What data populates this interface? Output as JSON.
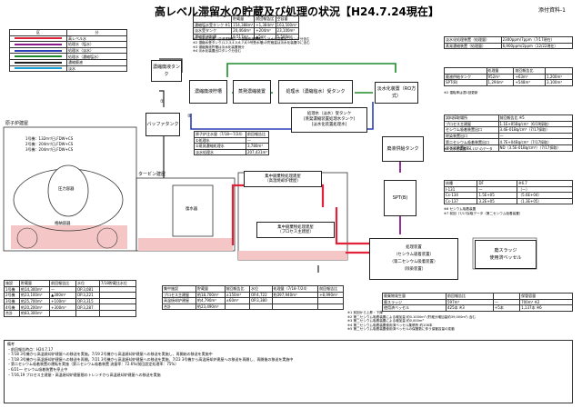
{
  "title": "高レベル滞留水の貯蔵及び処理の状況【H24.7.24現在】",
  "attachment": "添付資料-1",
  "legend": {
    "header": [
      "区",
      "分"
    ],
    "items": [
      {
        "label": "高レベル水",
        "color": "#e0223a"
      },
      {
        "label": "処理水（塩水）",
        "color": "#8b1a8b"
      },
      {
        "label": "処理水（淡水）",
        "color": "#2c3fb8"
      },
      {
        "label": "処理水（濃縮塩水）",
        "color": "#1a8a2a"
      },
      {
        "label": "濃縮廃液",
        "color": "#222222"
      },
      {
        "label": "淡水",
        "color": "#1a9ed8"
      }
    ]
  },
  "storage_table": {
    "headers": [
      "",
      "貯蔵量",
      "前回報告比",
      "空容量"
    ],
    "rows": [
      [
        "濃縮塩水受タンク ※1",
        "154,388m³",
        "+1,384m³",
        "163,500m³"
      ],
      [
        "淡水受タンク",
        "20,464m³",
        "+204m³",
        "23,100m³"
      ],
      [
        "濃縮廃液貯槽",
        "9,517m³",
        "▲5m³",
        "5,500m³"
      ]
    ],
    "notes": [
      "※1 淡水化装置（逆浸透膜型）の濃縮廃液貯槽中と淡水化装置出口タンク分含む",
      "※2 濃縮水受タンク(1,2,3,4,5,6,7,8,9号受水槽)の貯蔵量は淡水化装置中に含む",
      "※3 濃縮廃液貯槽は淡水化装置側分",
      "※4 淡水化装置出口タンク分含む"
    ]
  },
  "facility_table": {
    "rows": [
      [
        "淡水化処理装置（処理量）",
        "2300ppm/7ppm（7/17現在）"
      ],
      [
        "蒸発濃縮装置（処理量）",
        "6,900ppm/2ppm（12/22現在）"
      ]
    ]
  },
  "treatment_rate_table": {
    "headers": [
      "",
      "処理量",
      "前回報告比"
    ],
    "rows": [
      [
        "廃液供給タンク",
        "952m³",
        "+63m³",
        "1,200m³"
      ],
      [
        "SPT(B)",
        "1,294m³",
        "+548m³",
        "3,100m³"
      ]
    ],
    "note": "※2 運転率は週1回更新"
  },
  "sample_table": {
    "headers": [
      "試料採取場所",
      "前回報告比 ※5"
    ],
    "rows": [
      [
        "プロセス主建屋",
        "1.1E+05Bq/cm³（6/19採取）"
      ],
      [
        "セシウム吸着装置出口",
        "3.4E-01Bq/cm³（7/17採取）"
      ],
      [
        "除染装置出口",
        "—"
      ],
      [
        "第二セシウム吸着装置出口",
        "4.7E+04Bq/cm³（7/17採取）"
      ],
      [
        "淡水化装置出口",
        "ND（3.5E-01Bq/cm³）（7/17採取）"
      ]
    ],
    "note": "※5 淡水化装置 Cs-137 のデータ"
  },
  "nuclide_table": {
    "headers": [
      "核種",
      "DF",
      "※6.7"
    ],
    "rows": [
      [
        "I-131",
        "—",
        "（—）"
      ],
      [
        "Cs-134",
        "1.5E+05",
        "（5.6E+04）"
      ],
      [
        "Cs-137",
        "3.2E+05",
        "（1.3E+05）"
      ]
    ],
    "notes": [
      "※6 セシウム吸着装置",
      "※7 前回（7/17採取データ（第二セシウム吸着装置）"
    ]
  },
  "diagram": {
    "concentrated_liquid_tank": "濃縮廃液タンク",
    "concentrated_liquid_storage": "濃縮廃液貯槽",
    "evaporator": "蒸発濃縮装置",
    "concentrated_water_tank": "処理水（濃縮塩水）受タンク",
    "desal_device": "淡水化装置（RO方式）",
    "fresh_water_tank": "処理水（淡水）受タンク",
    "concentrated_fresh_tank": "[蒸発濃縮装置処理水タンク]",
    "fresh_treat_tank": "[淡水化装置処理水]",
    "buffer_tank": "バッファタンク",
    "waste_supply_tank": "廃液供給タンク",
    "reactor_building": "原子炉建屋",
    "pressure_vessel": "圧力容器",
    "suppression_chamber": "格納容器",
    "turbine_building": "タービン建屋",
    "condenser": "復水器",
    "high_temp_building": "集中廃棄物処理建屋\n（高温焼却炉建屋）",
    "process_building": "集中廃棄物処理建屋\n（プロセス主建屋）",
    "spt": "SPT(B)",
    "treatment_device": "処理装置\n（セシウム吸着装置）\n（第二セシウム吸着装置）\n（除染装置）",
    "sludge": "廃スラッジ\n使用済ベッセル",
    "unit_labels": [
      "1号機：132m³/日,FDW+CS",
      "2号機：204m³/日,FDW+CS",
      "3号機：204m³/日,FDW+CS"
    ],
    "circle_labels": [
      "①",
      "②"
    ],
    "side_table": {
      "rows": [
        [
          "原子炉注水量（7/18〜7/24）",
          "前回報告比"
        ],
        [
          "①処理水",
          "—"
        ],
        [
          "②蒸発濃縮処理水",
          "3,780m³"
        ],
        [
          "淡水処理水",
          "207,431m³"
        ]
      ]
    }
  },
  "building_table": {
    "headers": [
      "施設",
      "貯蔵量",
      "前回報告比",
      "水位",
      "7/18貯蔵比水位"
    ],
    "rows": [
      [
        "1号機",
        "約14,300m³",
        "—",
        "OP.3,081"
      ],
      [
        "2号機",
        "約23,100m³",
        "▲300m³",
        "OP.3,221"
      ],
      [
        "3号機",
        "約25,700m³",
        "+100m³",
        "OP.3,315"
      ],
      [
        "4号機",
        "約20,200m³",
        "+300m³",
        "OP.3,287"
      ],
      [
        "合計",
        "約83,300m³",
        "",
        ""
      ]
    ]
  },
  "center_table": {
    "headers": [
      "集中施設",
      "貯蔵量",
      "前回報告比",
      "水位",
      "処理量（7/18-7/24）",
      "前回報告比"
    ],
    "rows": [
      [
        "プロセス主建屋",
        "約18,700m³",
        "±150m³",
        "OP.4,722",
        "約397,940m³",
        "+8,990m³"
      ],
      [
        "高温焼却炉建屋",
        "約4,790m³",
        "±60m³",
        "OP.3,380",
        ""
      ],
      [
        "合計",
        "約23,490m³",
        "",
        "",
        ""
      ]
    ]
  },
  "sludge_table": {
    "headers": [
      "廃棄物発生量",
      "前回報告比",
      "",
      "保管容量"
    ],
    "rows": [
      [
        "廃スラッジ",
        "597m³",
        "—",
        "700m³ ※2"
      ],
      [
        "使用済ベッセル",
        "425本 ※3",
        "+5本",
        "1,137本 ※6"
      ]
    ],
    "notes": [
      "※1 前回から上昇・下降",
      "※2 第二セシウム吸着装置による増加量 約0.1000m³ (貯蔵分増加量約39,000m³) 含む",
      "※3 第二セシウム吸着装置による増加量 約0,000m³",
      "※4 第二セシウム吸着装置使用済ベッセル集積所 約106本",
      "※5 第二セシウム吸着装置使用済ベッセルの保管数に伴う保管容量の変動"
    ]
  },
  "remarks": {
    "header": "備考",
    "lines": [
      "・前回報告時点：H24.7.17",
      "・7/18 3号機から高温焼却炉建屋への移送を実施。7/19 2号機から高温焼却炉建屋への移送を実施し、再開始の移送を実施中",
      "・7/18 3号機から高温焼却炉建屋への移送を再開。7/21 3号機から高温焼却炉建屋への移送を実施、7/23 3号機から高温焼却炉建屋への移送を再開し、再開後の移送を実施中",
      "・第二セシウム吸着装置の運転を実施（第二セシウム吸着装置 流量率：72.6%/前回設定処理率：75%）",
      "・6/21〜 セシウム吸着装置を停止中",
      "・7/16,19 プロセス主建屋・高温焼却炉建屋間のトレンチから高温焼却炉建屋への移送を実施"
    ]
  }
}
